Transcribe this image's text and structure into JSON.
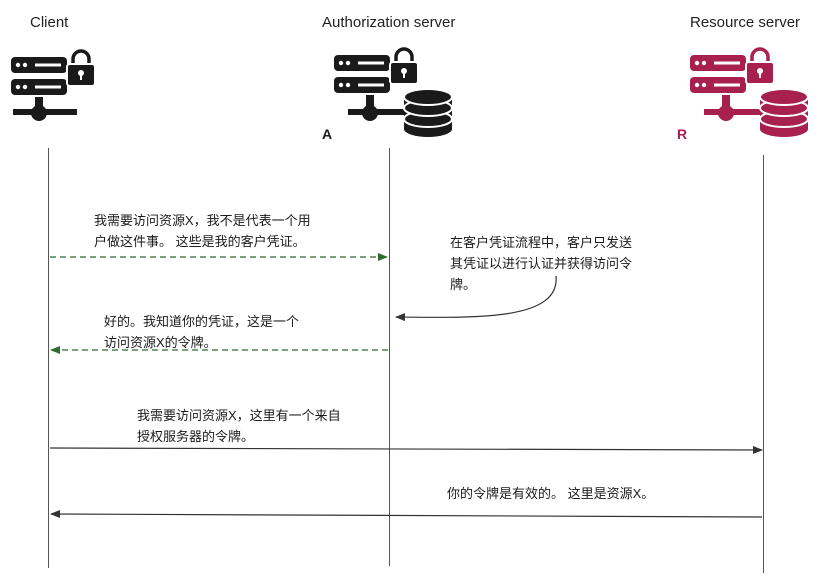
{
  "participants": {
    "client": {
      "label": "Client"
    },
    "auth_server": {
      "label": "Authorization server",
      "letter": "A"
    },
    "resource_server": {
      "label": "Resource server",
      "letter": "R"
    }
  },
  "messages": {
    "m1": {
      "line1": "我需要访问资源X，我不是代表一个用",
      "line2": "户做这件事。 这些是我的客户凭证。"
    },
    "note": {
      "line1": "在客户凭证流程中，客户只发送",
      "line2": "其凭证以进行认证并获得访问令",
      "line3": "牌。"
    },
    "m2": {
      "line1": "好的。我知道你的凭证，这是一个",
      "line2": "访问资源X的令牌。"
    },
    "m3": {
      "line1": "我需要访问资源X，这里有一个来自",
      "line2": "授权服务器的令牌。"
    },
    "m4": {
      "line1": "你的令牌是有效的。 这里是资源X。"
    }
  },
  "colors": {
    "icon_dark": "#1a1a1a",
    "resource_accent": "#a8204d",
    "dashed_green": "#2e6b2e",
    "arrow_dark": "#333333"
  },
  "icons": {
    "client": "server-lock-icon",
    "auth_server": "server-lock-database-icon",
    "resource_server": "server-lock-database-icon"
  }
}
